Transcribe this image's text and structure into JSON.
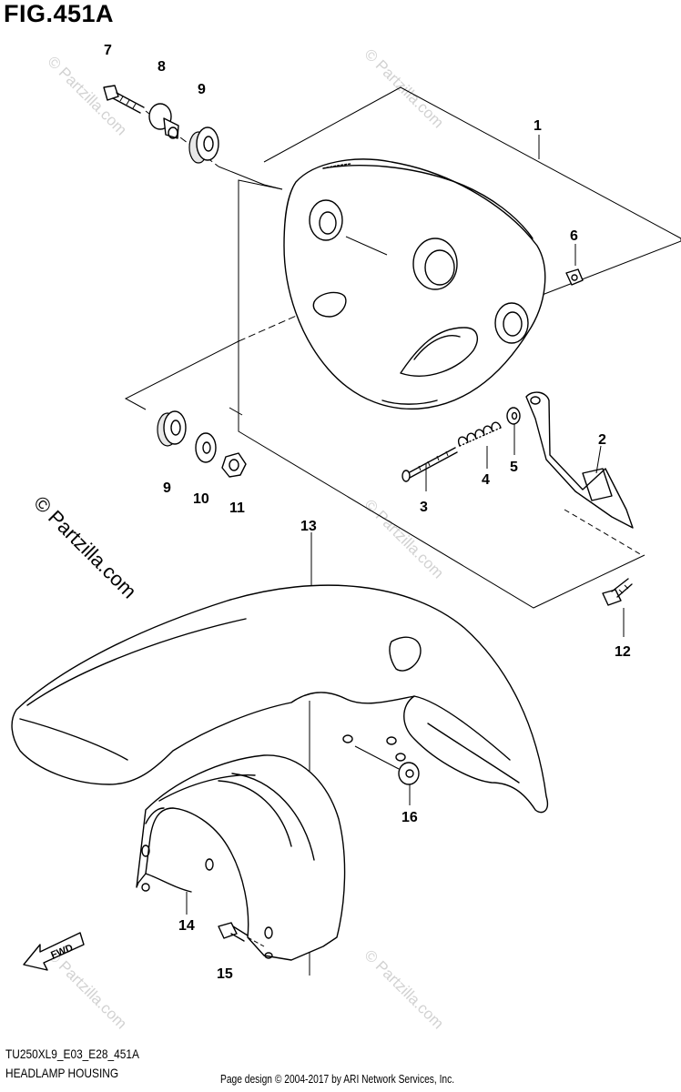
{
  "figure": {
    "title": "FIG.451A",
    "code": "TU250XL9_E03_E28_451A",
    "caption": "HEADLAMP HOUSING",
    "copyright": "Page design © 2004-2017 by ARI Network Services, Inc.",
    "watermark": "© Partzilla.com",
    "fwd_label": "FWD"
  },
  "callouts": [
    "1",
    "2",
    "3",
    "4",
    "5",
    "6",
    "7",
    "8",
    "9",
    "9",
    "10",
    "11",
    "12",
    "13",
    "14",
    "15",
    "16"
  ]
}
